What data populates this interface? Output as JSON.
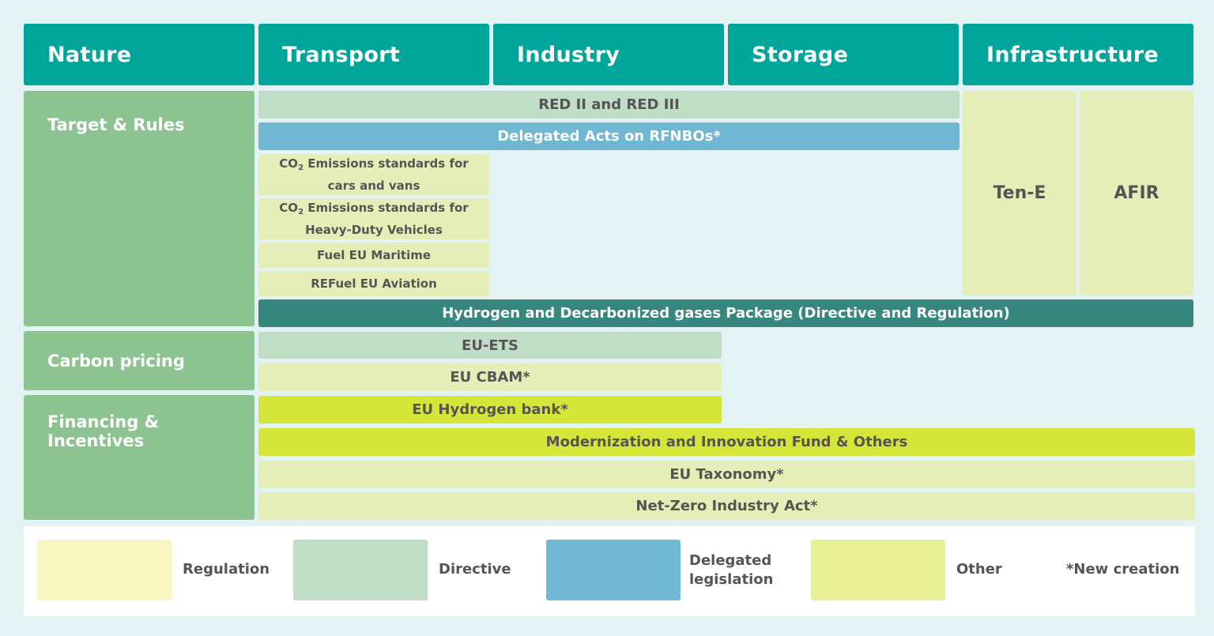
{
  "header": {
    "nature": "Nature",
    "transport": "Transport",
    "industry": "Industry",
    "storage": "Storage",
    "infrastructure": "Infrastructure"
  },
  "categories": {
    "target_rules": "Target & Rules",
    "carbon_pricing": "Carbon pricing",
    "financing": "Financing & Incentives"
  },
  "instruments": {
    "red": "RED II and RED III",
    "delegated_acts": "Delegated Acts on RFNBOs*",
    "co2_cars_prefix": "CO",
    "co2_sub": "2",
    "co2_cars_rest": " Emissions standards for",
    "co2_cars_line2": "cars and vans",
    "co2_hdv_prefix": "CO",
    "co2_hdv_rest": " Emissions standards for",
    "co2_hdv_line2": "Heavy-Duty Vehicles",
    "fuel_maritime": "Fuel EU Maritime",
    "refuel_aviation": "REFuel EU Aviation",
    "ten_e": "Ten-E",
    "afir": "AFIR",
    "hydrogen_package": "Hydrogen and Decarbonized gases Package (Directive and Regulation)",
    "eu_ets": "EU-ETS",
    "eu_cbam": "EU CBAM*",
    "hydrogen_bank": "EU Hydrogen bank*",
    "modernization": "Modernization and Innovation Fund & Others",
    "taxonomy": "EU Taxonomy*",
    "nzia": "Net-Zero Industry Act*"
  },
  "legend": {
    "regulation": "Regulation",
    "directive": "Directive",
    "delegated_line1": "Delegated",
    "delegated_line2": "legislation",
    "other": "Other",
    "new_creation": "*New creation"
  },
  "colors": {
    "header": "#00a59a",
    "category": "#8cc390",
    "directive": "#c0ddc5",
    "regulation": "#e5eeb6",
    "delegated": "#6fb7d2",
    "hydrogen_package": "#38877e",
    "other": "#d6e638",
    "legend_regulation": "#f7f5c0",
    "legend_directive": "#c0ddc5",
    "legend_delegated": "#6fb7d2",
    "legend_other": "#e7f096"
  }
}
